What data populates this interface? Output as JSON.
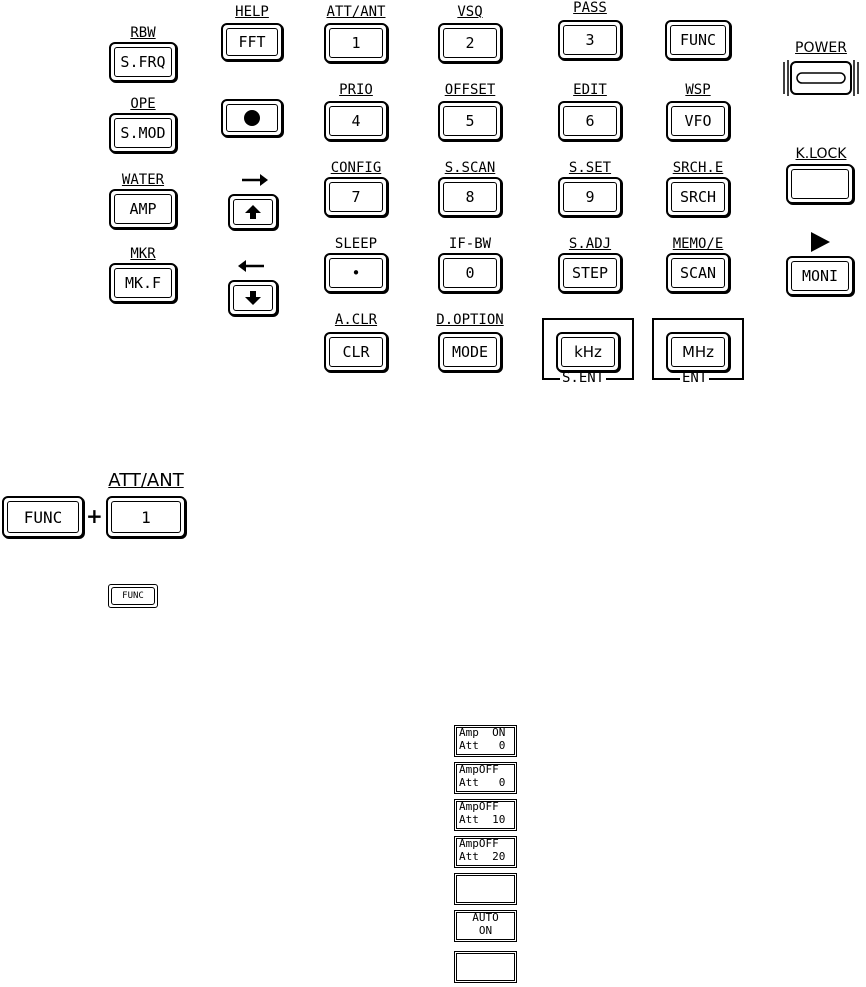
{
  "keypad": {
    "rbw_label": "RBW",
    "sfrq": "S.FRQ",
    "ope_label": "OPE",
    "smod": "S.MOD",
    "water_label": "WATER",
    "amp": "AMP",
    "mkr_label": "MKR",
    "mkf": "MK.F",
    "help_label": "HELP",
    "fft": "FFT",
    "att_ant_label": "ATT/ANT",
    "k1": "1",
    "vsq_label": "VSQ",
    "k2": "2",
    "pass_label": "PASS",
    "k3": "3",
    "func": "FUNC",
    "prio_label": "PRIO",
    "k4": "4",
    "offset_label": "OFFSET",
    "k5": "5",
    "edit_label": "EDIT",
    "k6": "6",
    "wsp_label": "WSP",
    "vfo": "VFO",
    "config_label": "CONFIG",
    "k7": "7",
    "sscan_label": "S.SCAN",
    "k8": "8",
    "sset_label": "S.SET",
    "k9": "9",
    "srche_label": "SRCH.E",
    "srch": "SRCH",
    "sleep_label": "SLEEP",
    "dot": "•",
    "ifbw_label": "IF-BW",
    "k0": "0",
    "sadj_label": "S.ADJ",
    "step": "STEP",
    "memoe_label": "MEMO/E",
    "scan": "SCAN",
    "aclr_label": "A.CLR",
    "clr": "CLR",
    "doption_label": "D.OPTION",
    "mode": "MODE",
    "khz": "kHz",
    "sent_label": "S.ENT",
    "mhz": "MHz",
    "ent_label": "ENT",
    "power_label": "POWER",
    "klock_label": "K.LOCK",
    "moni": "MONI"
  },
  "combo": {
    "func": "FUNC",
    "plus": "+",
    "att_ant_label": "ATT/ANT",
    "k1": "1"
  },
  "small_func": "FUNC",
  "lcd": [
    [
      "Amp  ON",
      "Att   0"
    ],
    [
      "AmpOFF",
      "Att   0"
    ],
    [
      "AmpOFF",
      "Att  10"
    ],
    [
      "AmpOFF",
      "Att  20"
    ],
    [
      "",
      ""
    ],
    [
      "AUTO",
      "ON"
    ],
    [
      "",
      ""
    ]
  ]
}
